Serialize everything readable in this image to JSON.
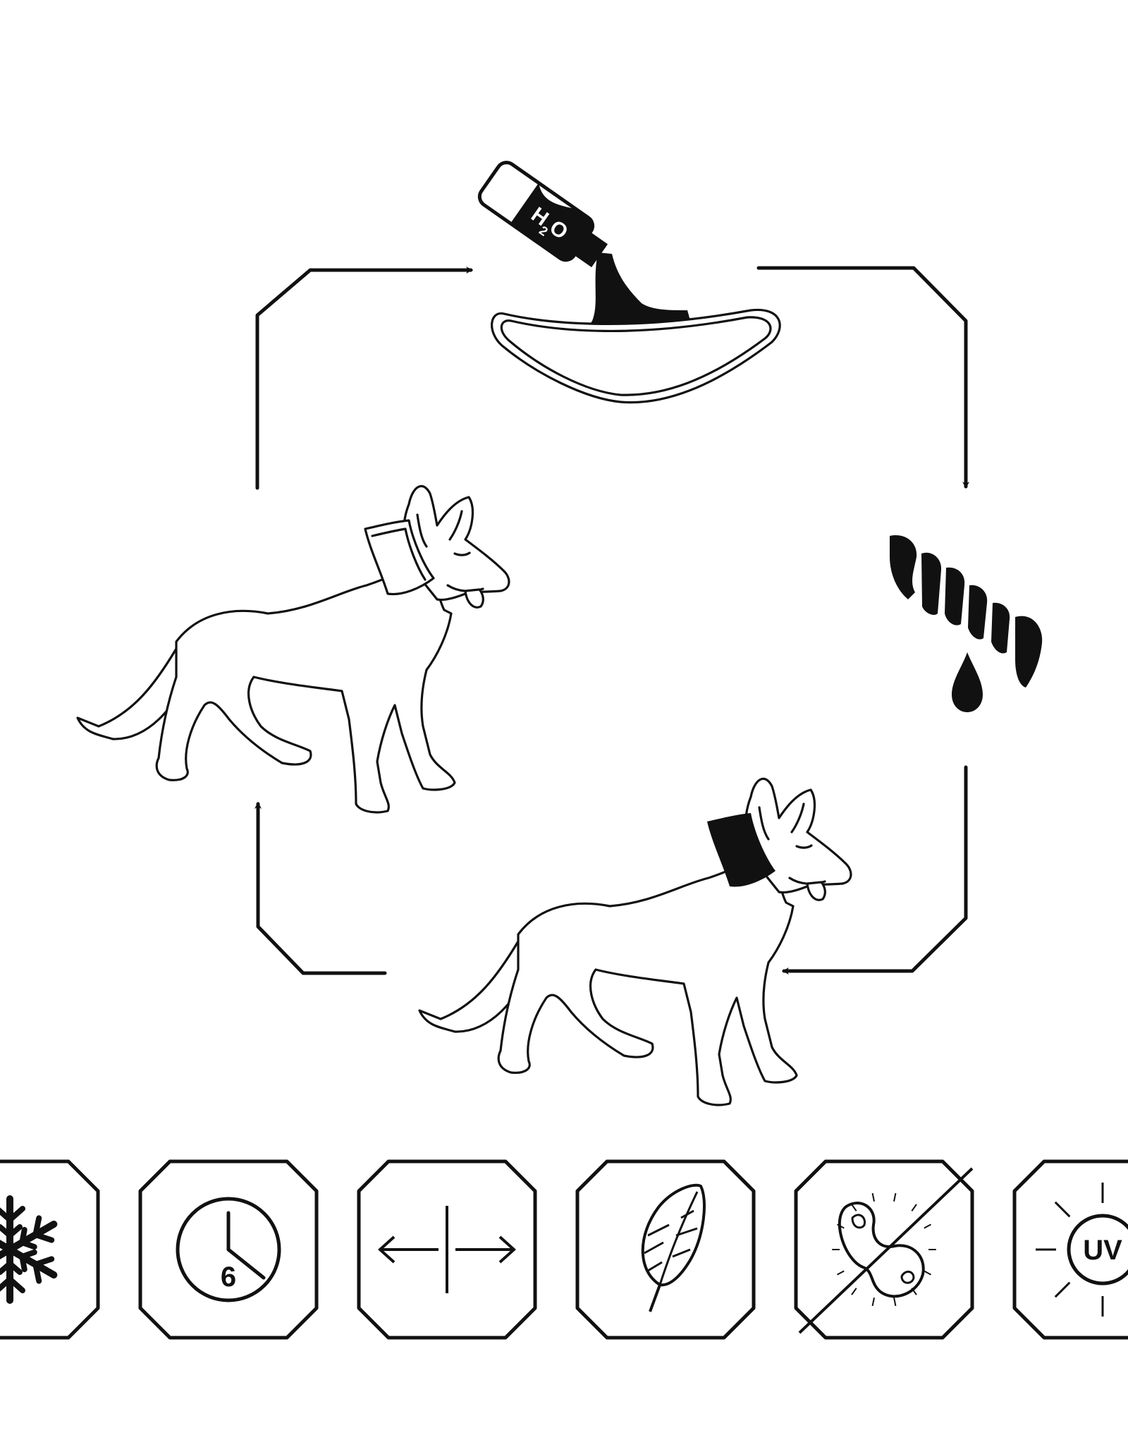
{
  "diagram": {
    "cycle_steps": [
      {
        "id": "soak",
        "label": "H2O"
      },
      {
        "id": "wring",
        "label": ""
      },
      {
        "id": "wear_wet",
        "label": ""
      },
      {
        "id": "dry",
        "label": ""
      }
    ],
    "water_formula": {
      "base": "H",
      "subscript": "2",
      "tail": "O"
    }
  },
  "features": [
    {
      "icon": "snowflake-icon",
      "text": ""
    },
    {
      "icon": "clock-icon",
      "text": "6"
    },
    {
      "icon": "stretch-arrows-icon",
      "text": ""
    },
    {
      "icon": "feather-icon",
      "text": ""
    },
    {
      "icon": "no-bacteria-icon",
      "text": ""
    },
    {
      "icon": "uv-sun-icon",
      "text": "UV"
    }
  ],
  "colors": {
    "ink": "#111111",
    "background": "#ffffff"
  }
}
